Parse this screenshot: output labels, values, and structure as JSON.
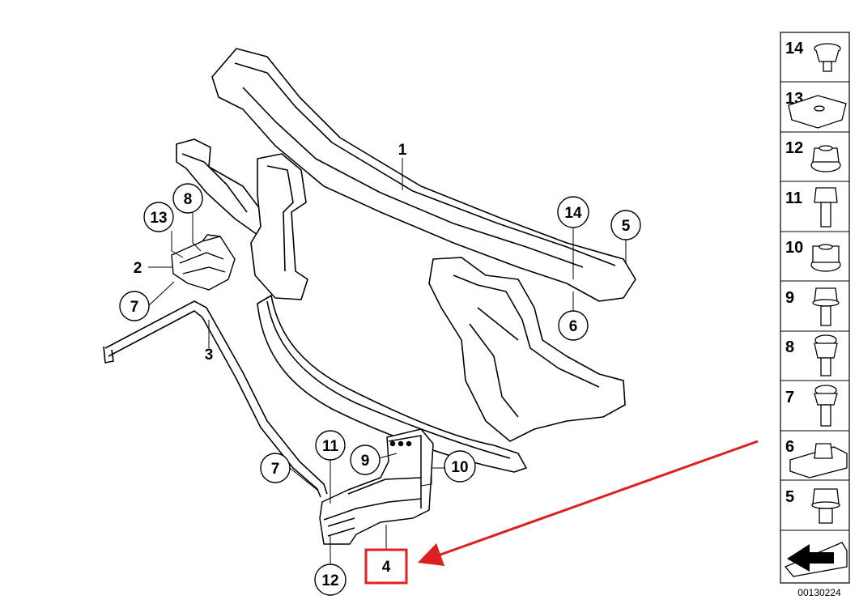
{
  "callouts": [
    {
      "id": "c13",
      "text": "13",
      "style": "circle"
    },
    {
      "id": "c8",
      "text": "8",
      "style": "circle"
    },
    {
      "id": "c2",
      "text": "2",
      "style": "plain"
    },
    {
      "id": "c7a",
      "text": "7",
      "style": "circle"
    },
    {
      "id": "c3",
      "text": "3",
      "style": "plain"
    },
    {
      "id": "c1",
      "text": "1",
      "style": "plain"
    },
    {
      "id": "c14",
      "text": "14",
      "style": "circle"
    },
    {
      "id": "c5",
      "text": "5",
      "style": "circle"
    },
    {
      "id": "c6",
      "text": "6",
      "style": "circle"
    },
    {
      "id": "c11",
      "text": "11",
      "style": "circle"
    },
    {
      "id": "c9",
      "text": "9",
      "style": "circle"
    },
    {
      "id": "c10",
      "text": "10",
      "style": "circle"
    },
    {
      "id": "c7b",
      "text": "7",
      "style": "circle"
    },
    {
      "id": "c12",
      "text": "12",
      "style": "circle"
    },
    {
      "id": "c4",
      "text": "4",
      "style": "highlight-box"
    }
  ],
  "parts_column": [
    "14",
    "13",
    "12",
    "11",
    "10",
    "9",
    "8",
    "7",
    "6",
    "5"
  ],
  "document_number": "00130224",
  "colors": {
    "highlight": "#e02020",
    "arrow": "#dd1f1f",
    "line": "#000000",
    "bg": "#ffffff"
  }
}
